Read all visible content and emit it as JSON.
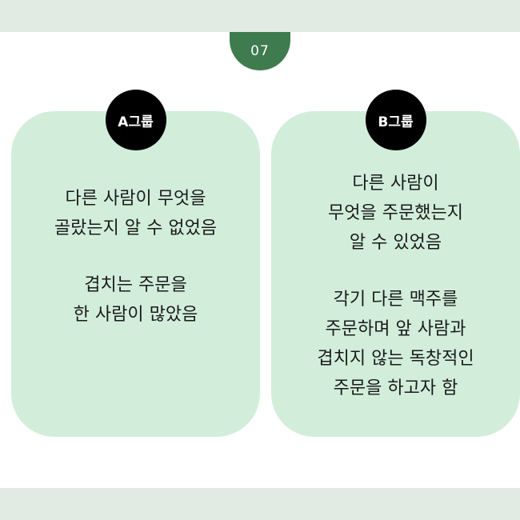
{
  "page": {
    "number": "07"
  },
  "cards": [
    {
      "badge": "A그룹",
      "paragraph1": [
        "다른 사람이 무엇을",
        "골랐는지 알 수 없었음"
      ],
      "paragraph2": [
        "겹치는 주문을",
        "한 사람이 많았음"
      ]
    },
    {
      "badge": "B그룹",
      "paragraph1": [
        "다른 사람이",
        "무엇을 주문했는지",
        "알 수 있었음"
      ],
      "paragraph2": [
        "각기 다른 맥주를",
        "주문하며 앞 사람과",
        "겹치지 않는 독창적인",
        "주문을 하고자 함"
      ]
    }
  ],
  "colors": {
    "band": "#e1ebe3",
    "tab": "#3e7b4f",
    "card": "#d2eedb",
    "badge": "#000000"
  }
}
